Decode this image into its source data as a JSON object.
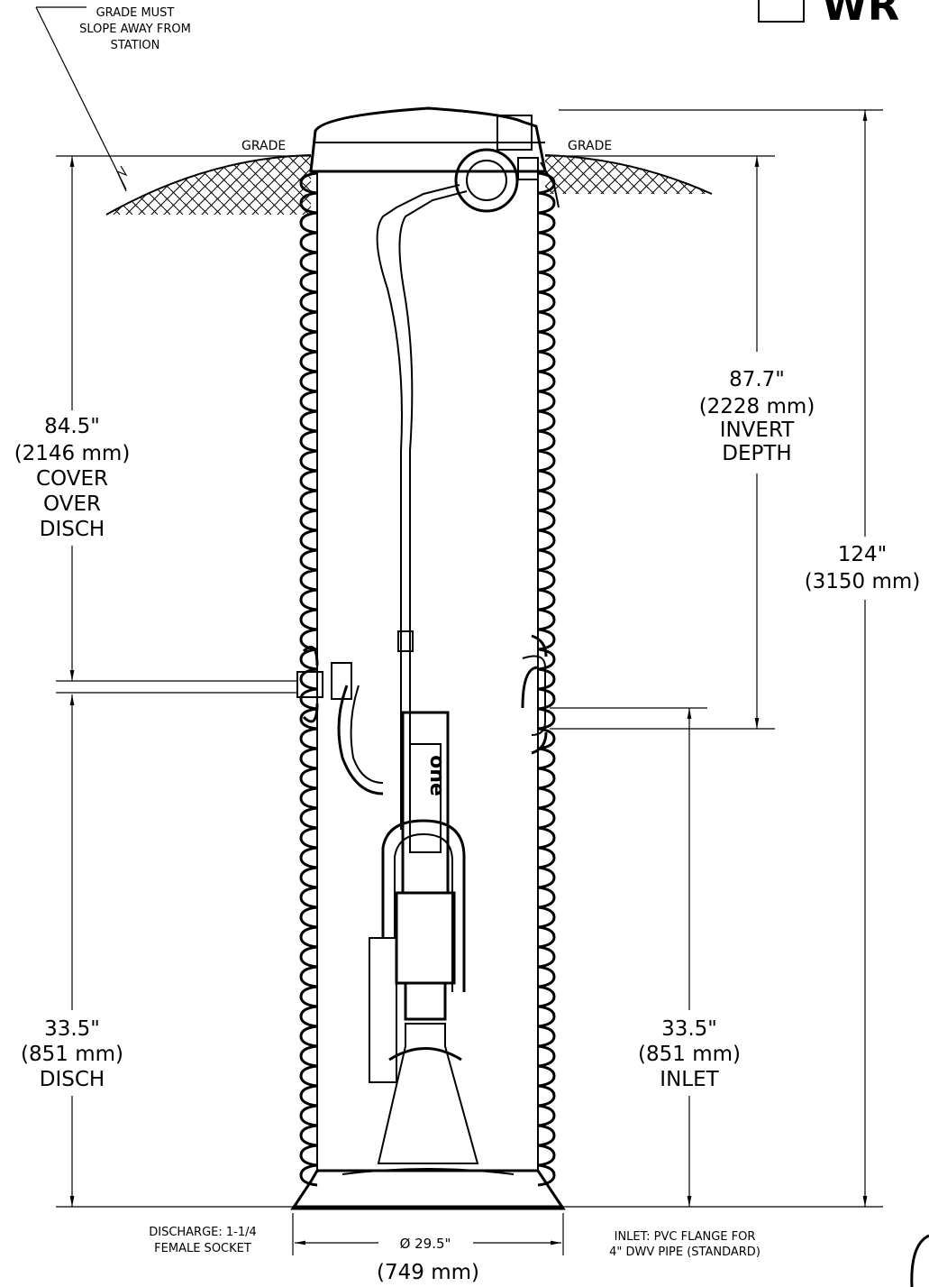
{
  "notes": {
    "grade_slope": [
      "GRADE MUST",
      "SLOPE AWAY FROM",
      "STATION"
    ],
    "grade_left": "GRADE",
    "grade_right": "GRADE",
    "discharge_spec": [
      "DISCHARGE: 1-1/4",
      "FEMALE SOCKET"
    ],
    "inlet_spec": [
      "INLET: PVC FLANGE FOR",
      "4\" DWV PIPE (STANDARD)"
    ]
  },
  "dimensions": {
    "cover_over_disch": [
      "84.5\"",
      "(2146  mm)",
      "COVER",
      "OVER",
      "DISCH"
    ],
    "invert_depth": [
      "87.7\"",
      "(2228  mm)",
      "INVERT",
      "DEPTH"
    ],
    "total_height": [
      "124\"",
      "(3150  mm)"
    ],
    "disch_height": [
      "33.5\"",
      "(851  mm)",
      "DISCH"
    ],
    "inlet_height": [
      "33.5\"",
      "(851  mm)",
      "INLET"
    ],
    "diameter": "Ø  29.5\"",
    "diameter_mm": "(749  mm)"
  },
  "pump_brand": "one",
  "title_partial": "WR"
}
